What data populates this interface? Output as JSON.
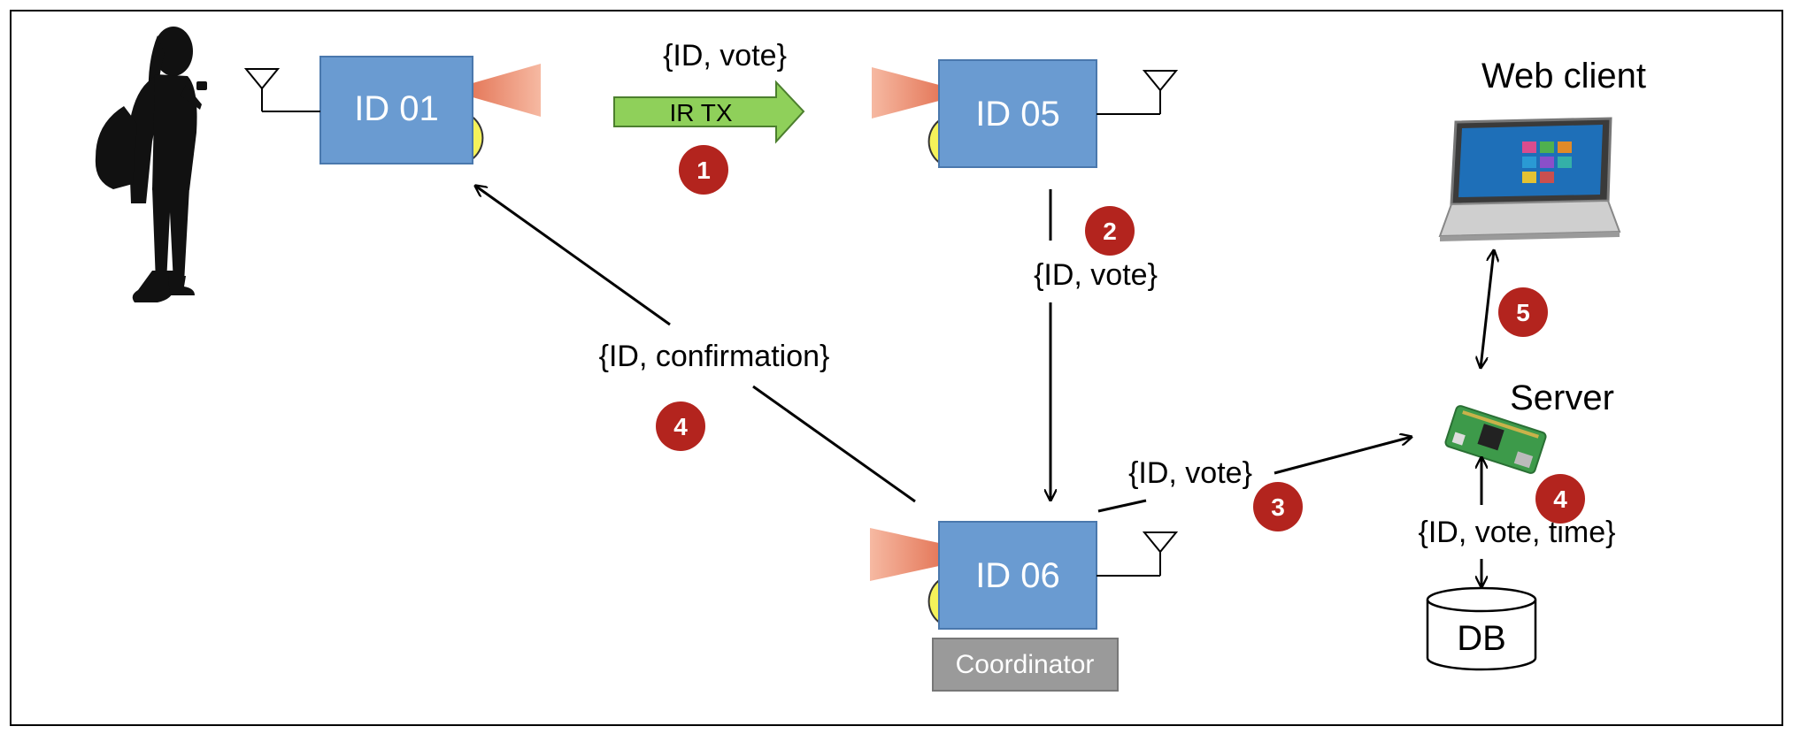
{
  "nodes": {
    "id01": "ID 01",
    "id05": "ID 05",
    "id06": "ID 06",
    "coordinator": "Coordinator"
  },
  "arrows": {
    "ir_tx": "IR TX"
  },
  "messages": {
    "vote_top": "{ID, vote}",
    "vote_down": "{ID, vote}",
    "confirmation": "{ID, confirmation}",
    "vote_to_server": "{ID, vote}",
    "vote_time": "{ID, vote, time}"
  },
  "endpoints": {
    "web_client": "Web client",
    "server": "Server",
    "db": "DB"
  },
  "steps": {
    "s1": "1",
    "s2": "2",
    "s3": "3",
    "s4a": "4",
    "s4b": "4",
    "s5": "5"
  },
  "colors": {
    "node_fill": "#6a9bd1",
    "node_stroke": "#4a78ad",
    "ir_emitter": "#f0a486",
    "sensor": "#f5f25a",
    "ir_arrow": "#8fd05a",
    "badge": "#b3241e",
    "coordinator_box": "#9a9a9a",
    "server_board": "#3d9a4a"
  }
}
